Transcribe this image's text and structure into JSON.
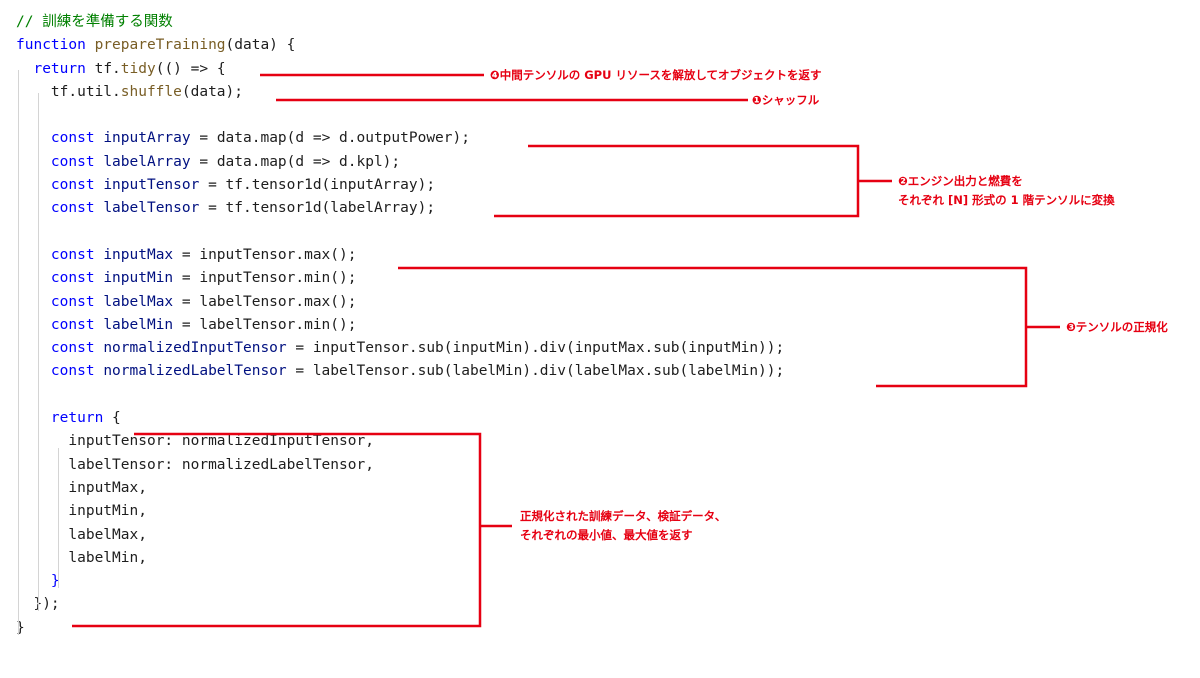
{
  "code": {
    "comment": "// 訓練を準備する関数",
    "kw_function": "function",
    "fn_name": "prepareTraining",
    "l2_rest": "(data) {",
    "kw_return": "return",
    "l3_tf": "tf.",
    "l3_tidy": "tidy",
    "l3_rest": "(() => {",
    "l4_a": "tf.util.",
    "l4_shuffle": "shuffle",
    "l4_rest": "(data);",
    "kw_const": "const",
    "inputArray": "inputArray",
    "labelArray": "labelArray",
    "inputTensor": "inputTensor",
    "labelTensor": "labelTensor",
    "inputMax": "inputMax",
    "inputMin": "inputMin",
    "labelMax": "labelMax",
    "labelMin": "labelMin",
    "normalizedInputTensor": "normalizedInputTensor",
    "normalizedLabelTensor": "normalizedLabelTensor",
    "l6_rest": " = data.map(d => d.outputPower);",
    "l7_rest": " = data.map(d => d.kpl);",
    "l8_rest": " = tf.tensor1d(inputArray);",
    "l9_rest": " = tf.tensor1d(labelArray);",
    "l11_rest": " = inputTensor.max();",
    "l12_rest": " = inputTensor.min();",
    "l13_rest": " = labelTensor.max();",
    "l14_rest": " = labelTensor.min();",
    "l15_rest": " = inputTensor.sub(inputMin).div(inputMax.sub(inputMin));",
    "l16_rest": " = labelTensor.sub(labelMin).div(labelMax.sub(labelMin));",
    "l18_rest": " {",
    "l19": "inputTensor: normalizedInputTensor,",
    "l20": "labelTensor: normalizedLabelTensor,",
    "l21": "inputMax,",
    "l22": "inputMin,",
    "l23": "labelMax,",
    "l24": "labelMin,",
    "l25": "}",
    "l26": "});",
    "l27": "}"
  },
  "annotations": {
    "tidy": "❹中間テンソルの GPU リソースを解放してオブジェクトを返す",
    "shuffle": "❶シャッフル",
    "tensor_line1": "❷エンジン出力と燃費を",
    "tensor_line2": "それぞれ [N] 形式の 1 階テンソルに変換",
    "normalize": "❸テンソルの正規化",
    "return_line1": "正規化された訓練データ、検証データ、",
    "return_line2": "それぞれの最小値、最大値を返す"
  },
  "colors": {
    "annotation": "#e60012",
    "keyword": "#0000ff",
    "comment": "#008000",
    "function": "#795e26"
  }
}
